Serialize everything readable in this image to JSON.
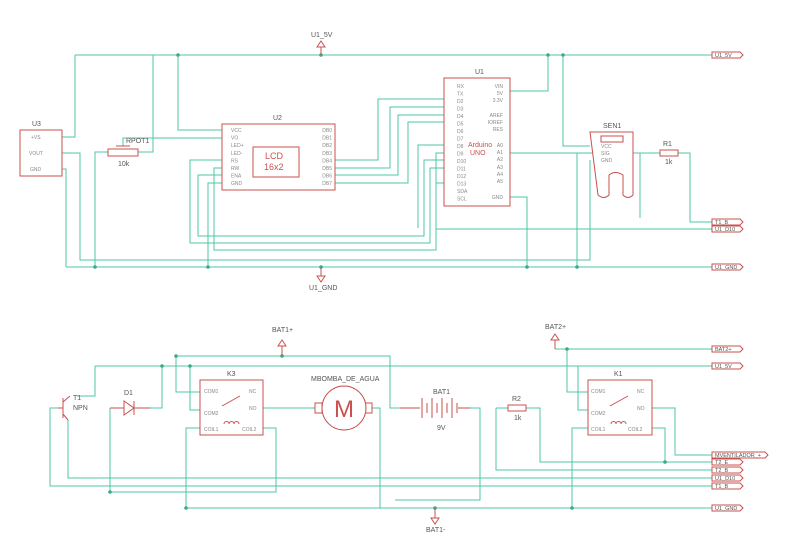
{
  "diagram": {
    "nets": {
      "u1_5v": "U1_5V",
      "u1_gnd": "U1_GND",
      "t1_b": "T1_B",
      "u1_d10": "U1_D10",
      "bat1_pos": "BAT1+",
      "bat1_neg": "BAT1-",
      "bat2_pos": "BAT2+",
      "t2_e": "T2_E",
      "t2_b": "T2_B",
      "ventilador": "MVENTILADOR_+"
    },
    "u3": {
      "ref": "U3",
      "pins": [
        "+VS",
        "VOUT",
        "GND"
      ]
    },
    "rpot1": {
      "ref": "RPOT1",
      "value": "10k"
    },
    "u2": {
      "ref": "U2",
      "title1": "LCD",
      "title2": "16x2",
      "left_pins": [
        "VCC",
        "VO",
        "LED+",
        "LED-",
        "RS",
        "RW",
        "ENA",
        "GND"
      ],
      "right_pins": [
        "DB0",
        "DB1",
        "DB2",
        "DB3",
        "DB4",
        "DB5",
        "DB6",
        "DB7"
      ]
    },
    "u1": {
      "ref": "U1",
      "title1": "Arduino",
      "title2": "UNO",
      "left_pins": [
        "RX",
        "TX",
        "D2",
        "D3",
        "D4",
        "D5",
        "D6",
        "D7",
        "D8",
        "D9",
        "D10",
        "D11",
        "D12",
        "D13",
        "SDA",
        "SCL"
      ],
      "right_pins": [
        "VIN",
        "5V",
        "3.3V",
        "AREF",
        "IOREF",
        "RES",
        "A0",
        "A1",
        "A2",
        "A3",
        "A4",
        "A5",
        "GND"
      ]
    },
    "sen1": {
      "ref": "SEN1",
      "pins": [
        "VCC",
        "SIG",
        "GND"
      ]
    },
    "r1": {
      "ref": "R1",
      "value": "1k"
    },
    "t1": {
      "ref": "T1",
      "type": "NPN"
    },
    "d1": {
      "ref": "D1"
    },
    "k3": {
      "ref": "K3",
      "pins": [
        "COM1",
        "NC",
        "COM2",
        "NO",
        "COIL1",
        "COIL2"
      ]
    },
    "motor": {
      "ref": "MBOMBA_DE_AGUA",
      "symbol": "M"
    },
    "bat1": {
      "ref": "BAT1",
      "value": "9V"
    },
    "r2": {
      "ref": "R2",
      "value": "1k"
    },
    "k1": {
      "ref": "K1",
      "pins": [
        "COM1",
        "NC",
        "COM2",
        "NO",
        "COIL1",
        "COIL2"
      ]
    }
  },
  "colors": {
    "wire": "#4dc7a6",
    "part": "#c9504f",
    "junction": "#3aaa8a",
    "text": "#555555"
  }
}
